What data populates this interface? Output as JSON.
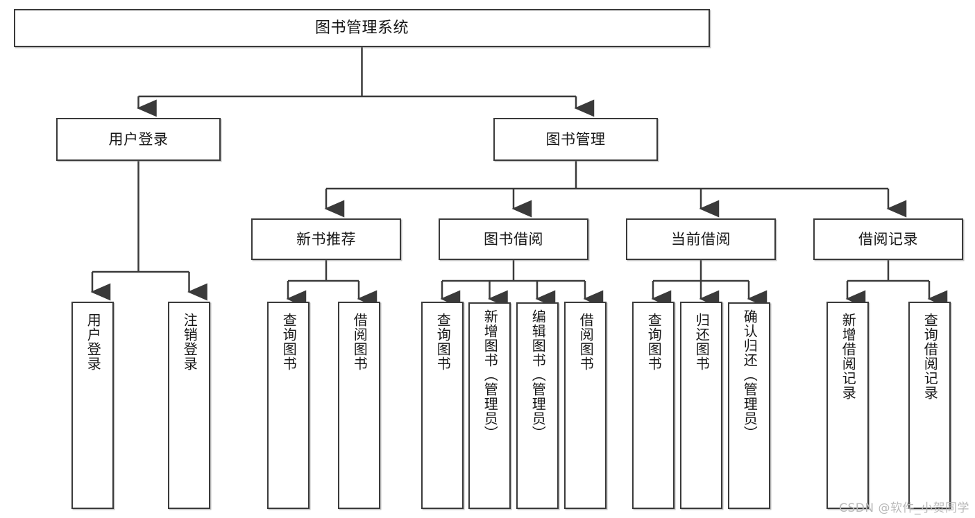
{
  "diagram": {
    "title": "图书管理系统",
    "watermark": "CSDN @软件_小贺同学",
    "line_color": "#3a3a3a",
    "box_fill": "#ffffff",
    "text_color": "#171717"
  },
  "root": {
    "label": "图书管理系统"
  },
  "level2": [
    {
      "label": "用户登录"
    },
    {
      "label": "图书管理"
    }
  ],
  "level3": [
    {
      "label": "新书推荐"
    },
    {
      "label": "图书借阅"
    },
    {
      "label": "当前借阅"
    },
    {
      "label": "借阅记录"
    }
  ],
  "leaves": {
    "user_login": [
      {
        "label": "用户登录"
      },
      {
        "label": "注销登录"
      }
    ],
    "new_book": [
      {
        "label": "查询图书"
      },
      {
        "label": "借阅图书"
      }
    ],
    "book_borrow": [
      {
        "label": "查询图书"
      },
      {
        "label": "新增图书（管理员）"
      },
      {
        "label": "编辑图书（管理员）"
      },
      {
        "label": "借阅图书"
      }
    ],
    "current_borrow": [
      {
        "label": "查询图书"
      },
      {
        "label": "归还图书"
      },
      {
        "label": "确认归还（管理员）"
      }
    ],
    "borrow_record": [
      {
        "label": "新增借阅记录"
      },
      {
        "label": "查询借阅记录"
      }
    ]
  }
}
